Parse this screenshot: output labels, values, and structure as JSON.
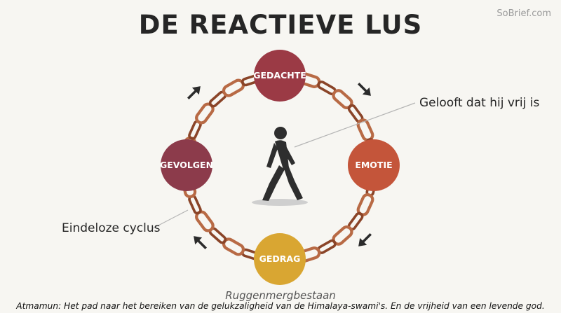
{
  "watermark": "SoBrief.com",
  "title": "DE REACTIEVE LUS",
  "nodes": {
    "top": {
      "label": "GEDACHTE",
      "color": "#9b3a45"
    },
    "right": {
      "label": "EMOTIE",
      "color": "#c4553a"
    },
    "bottom": {
      "label": "GEDRAG",
      "color": "#d9a632"
    },
    "left": {
      "label": "GEVOLGEN",
      "color": "#8c3b4b"
    }
  },
  "callouts": {
    "free": "Gelooft dat hij vrij is",
    "endless": "Eindeloze cyclus"
  },
  "subcaption": "Ruggenmergbestaan",
  "caption": "Atmamun: Het pad naar het bereiken van de gelukzaligheid van de Himalaya-swami's. En de vrijheid van een levende god.",
  "colors": {
    "chain": "#b86a45",
    "chain_dark": "#8a4428",
    "arrow": "#2b2b2b",
    "figure": "#2e2e2e"
  }
}
